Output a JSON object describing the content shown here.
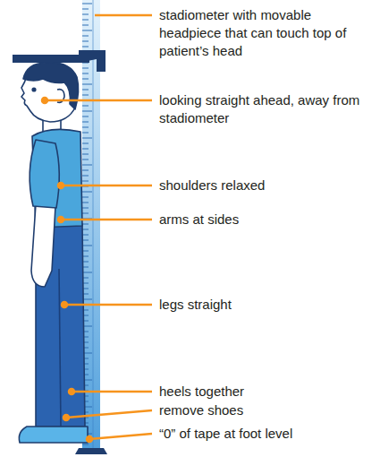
{
  "diagram": {
    "labels": [
      "stadiometer with movable headpiece that can touch top of patient’s head",
      "looking straight ahead, away from stadiometer",
      "shoulders relaxed",
      "arms at sides",
      "legs straight",
      "heels together",
      "remove shoes",
      "“0” of tape at foot level"
    ]
  }
}
